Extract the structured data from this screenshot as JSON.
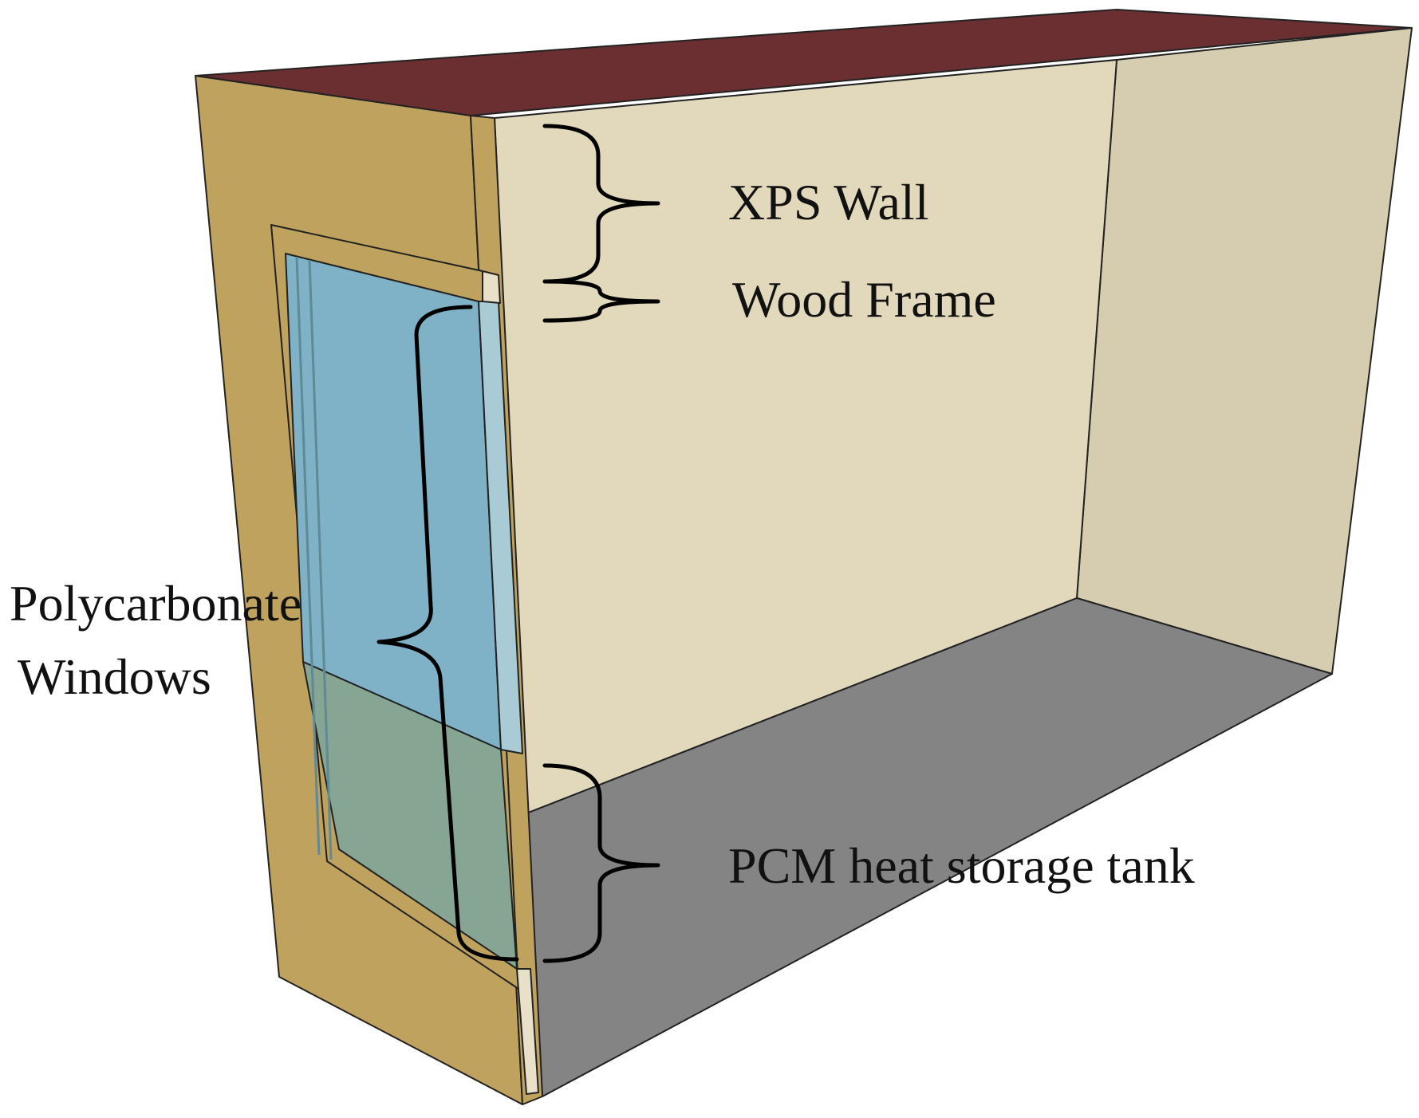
{
  "labels": {
    "xps_wall": "XPS Wall",
    "wood_frame": "Wood Frame",
    "polycarbonate_line1": "Polycarbonate",
    "polycarbonate_line2": "Windows",
    "pcm_tank": "PCM heat storage tank"
  },
  "colors": {
    "roof": "#6b2f31",
    "outer_wall": "#bfa25d",
    "inner_wall": "#e2d8bb",
    "side_wall": "#d6ccb0",
    "floor": "#848484",
    "glass": "#7fb2c6",
    "glass_light": "#a8cbd6",
    "glass_lower": "#86a593",
    "frame_strip": "#e8e0c8"
  }
}
